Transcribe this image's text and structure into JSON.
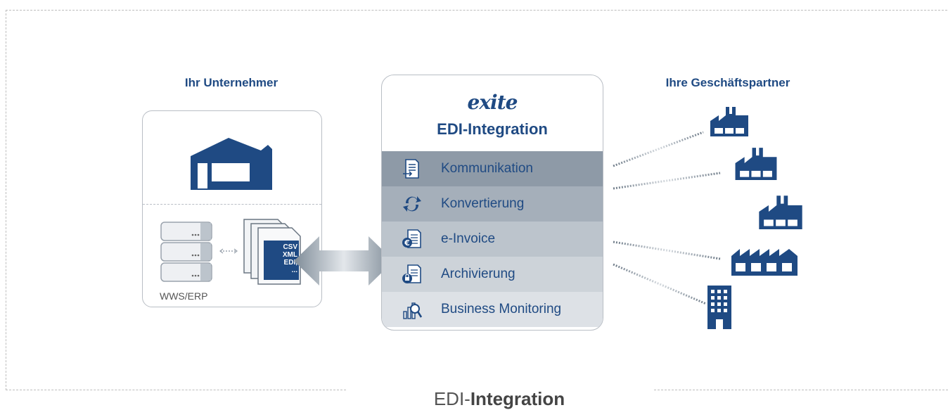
{
  "left": {
    "title": "Ihr Unternehmer",
    "system_label": "WWS/ERP",
    "formats": [
      "CSV",
      "XML",
      "EDI,",
      "..."
    ]
  },
  "center": {
    "logo": "exite",
    "title": "EDI-Integration",
    "services": [
      {
        "label": "Kommunikation",
        "icon": "document-exchange-icon"
      },
      {
        "label": "Konvertierung",
        "icon": "convert-arrows-icon"
      },
      {
        "label": "e-Invoice",
        "icon": "euro-invoice-icon"
      },
      {
        "label": "Archivierung",
        "icon": "archive-lock-icon"
      },
      {
        "label": "Business Monitoring",
        "icon": "monitoring-chart-icon"
      }
    ]
  },
  "right": {
    "title": "Ihre Geschäftspartner"
  },
  "footer": {
    "title_light": "EDI-",
    "title_bold": "Integration"
  },
  "colors": {
    "brand_blue": "#1f4a83",
    "band_colors": [
      "#8e9aa7",
      "#a5afba",
      "#bcc4cc",
      "#cdd3d9",
      "#dde1e6"
    ]
  }
}
